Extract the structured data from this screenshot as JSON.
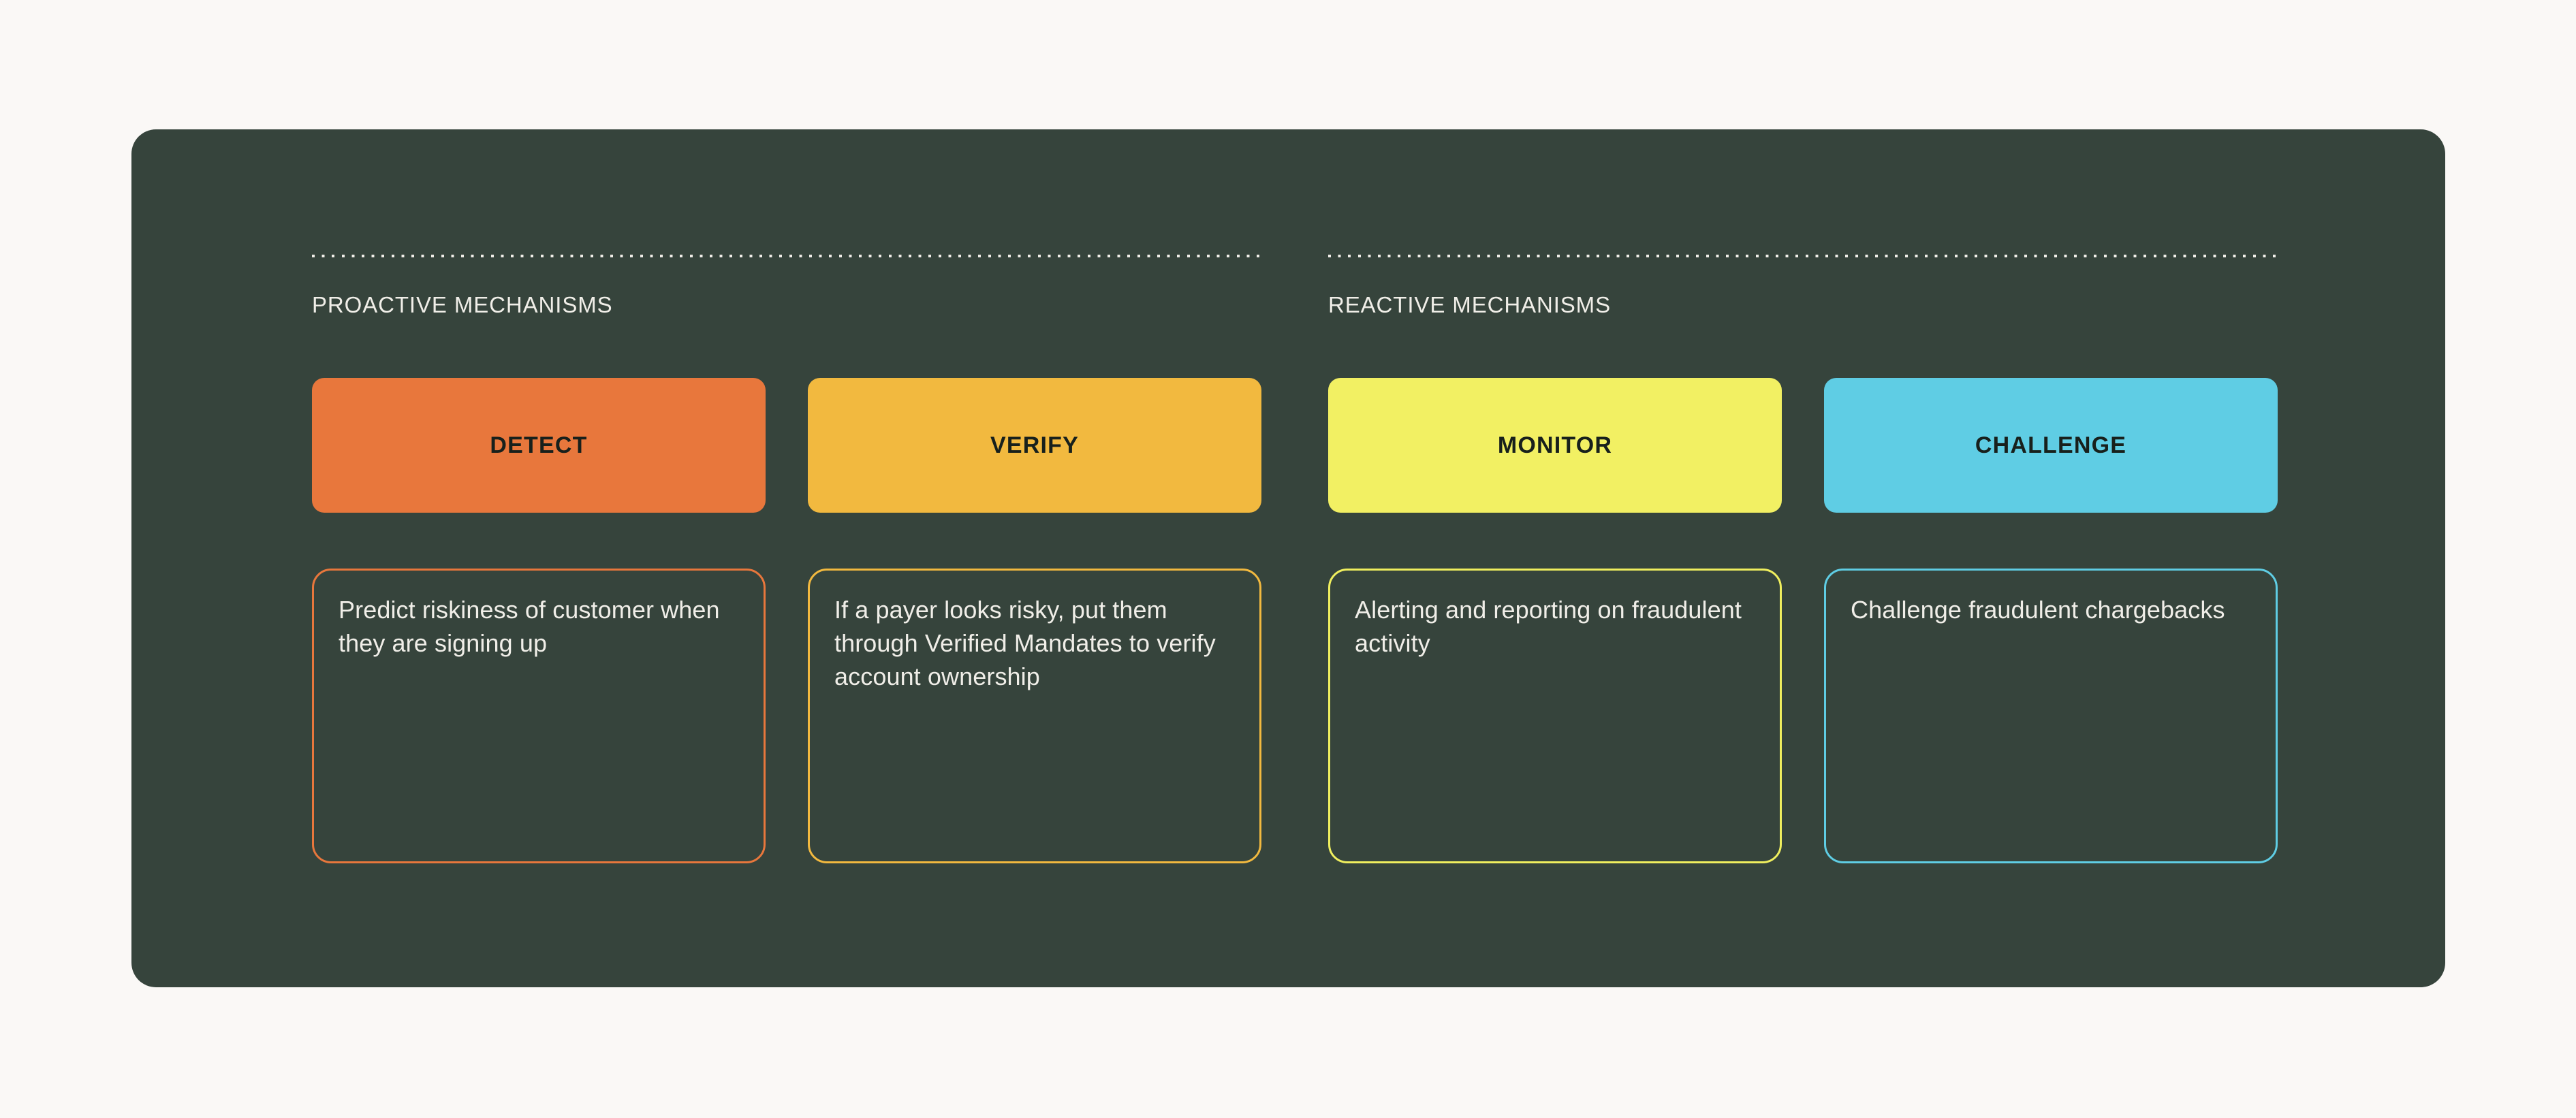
{
  "canvas": {
    "background_color": "#FAF8F6",
    "panel_color": "#36443C"
  },
  "panel": {
    "groups": [
      {
        "id": "proactive",
        "heading": "PROACTIVE MECHANISMS",
        "columns": [
          {
            "id": "detect",
            "chip_label": "DETECT",
            "chip_color": "#E8773C",
            "border_color": "#E8773C",
            "description": "Predict riskiness of customer when they are signing up"
          },
          {
            "id": "verify",
            "chip_label": "VERIFY",
            "chip_color": "#F2B93F",
            "border_color": "#F2B93F",
            "description": "If a payer looks risky, put them through Verified Mandates to verify account ownership"
          }
        ]
      },
      {
        "id": "reactive",
        "heading": "REACTIVE MECHANISMS",
        "columns": [
          {
            "id": "monitor",
            "chip_label": "MONITOR",
            "chip_color": "#F2F063",
            "border_color": "#F0EF5E",
            "description": "Alerting and reporting on fraudulent activity"
          },
          {
            "id": "challenge",
            "chip_label": "CHALLENGE",
            "chip_color": "#5FCDE4",
            "border_color": "#5FCDE4",
            "description": "Challenge fraudulent chargebacks"
          }
        ]
      }
    ]
  },
  "colors": {
    "text_on_dark": "#F0EEE8",
    "text_on_chip": "#18201C",
    "dotted_rule": "#F0EEE8"
  }
}
